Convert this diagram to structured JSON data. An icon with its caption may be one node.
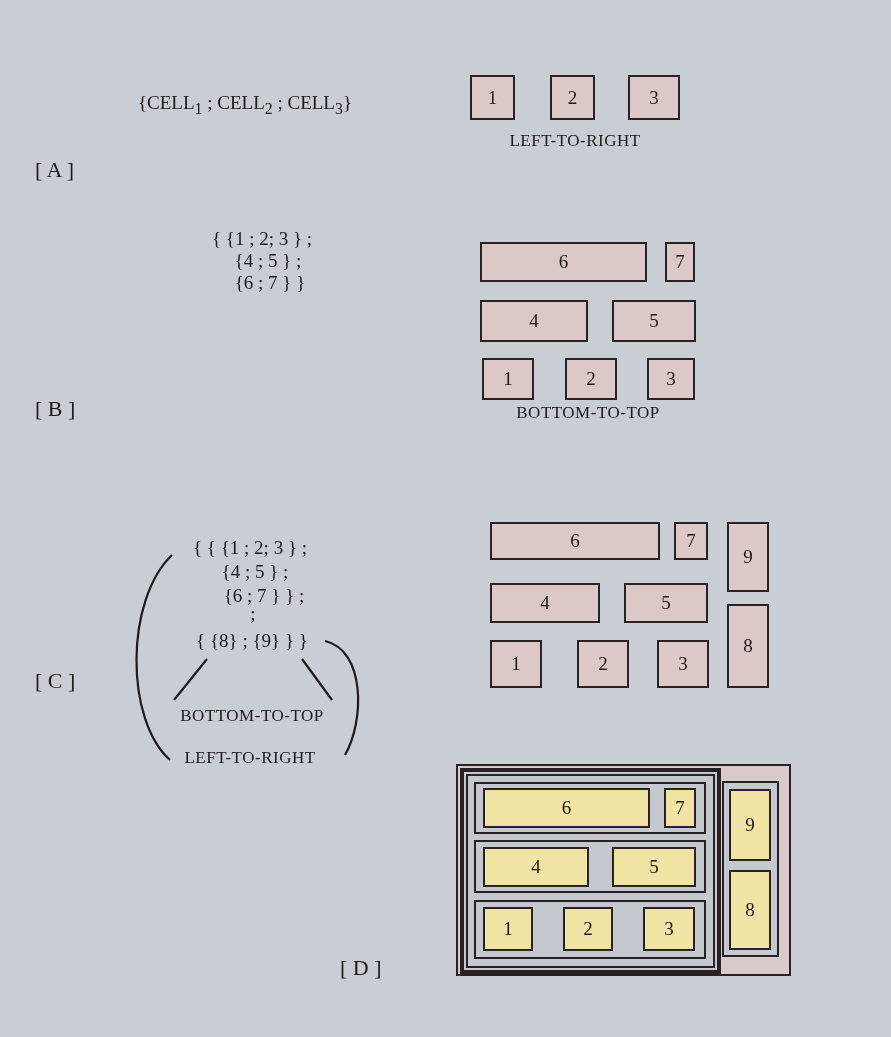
{
  "diagram": {
    "nodes": [
      {
        "text": [
          "1"
        ]
      },
      {
        "text": [
          "2"
        ]
      },
      {
        "text": [
          "3"
        ]
      },
      {
        "text": [
          "6"
        ]
      },
      {
        "text": [
          "7"
        ]
      },
      {
        "text": [
          "4"
        ]
      },
      {
        "text": [
          "5"
        ]
      },
      {
        "text": [
          "1"
        ]
      },
      {
        "text": [
          "2"
        ]
      },
      {
        "text": [
          "3"
        ]
      },
      {
        "text": [
          "6"
        ]
      },
      {
        "text": [
          "7"
        ]
      },
      {
        "text": [
          "9"
        ]
      },
      {
        "text": [
          "4"
        ]
      },
      {
        "text": [
          "5"
        ]
      },
      {
        "text": [
          "8"
        ]
      },
      {
        "text": [
          "1"
        ]
      },
      {
        "text": [
          "2"
        ]
      },
      {
        "text": [
          "3"
        ]
      },
      {
        "text": [],
        "shape": "box"
      },
      {
        "text": [],
        "shape": "box",
        "in": 19
      },
      {
        "text": [],
        "shape": "box",
        "in": 20
      },
      {
        "text": [
          "6"
        ],
        "in": 21
      },
      {
        "text": [
          "7"
        ],
        "in": 21
      },
      {
        "text": [],
        "shape": "box",
        "in": 20
      },
      {
        "text": [
          "4"
        ],
        "in": 24
      },
      {
        "text": [
          "5"
        ],
        "in": 24
      },
      {
        "text": [],
        "shape": "box",
        "in": 20
      },
      {
        "text": [
          "1"
        ],
        "in": 27
      },
      {
        "text": [
          "2"
        ],
        "in": 27
      },
      {
        "text": [
          "3"
        ],
        "in": 27
      },
      {
        "text": [],
        "shape": "box",
        "in": 19
      },
      {
        "text": [
          "9"
        ],
        "in": 31
      },
      {
        "text": [
          "8"
        ],
        "in": 31
      }
    ],
    "edges": [],
    "labels": [
      "{CELL$_{1}$ ; CELL$_{2}$ ; CELL$_{3}$}",
      "LEFT-TO-RIGHT",
      "[ A ]",
      "{ {1 ; 2; 3 } ;",
      "{4 ; 5 } ;",
      "{6 ; 7 } }",
      "BOTTOM-TO-TOP",
      "[ B ]",
      "{ { {1 ; 2; 3 } ;",
      "{4 ; 5 } ;",
      "{6 ; 7 } } ;",
      ";",
      "{ {8} ; {9} } }",
      "[ C ]",
      "BOTTOM-TO-TOP",
      "LEFT-TO-RIGHT",
      "[ D ]"
    ]
  }
}
